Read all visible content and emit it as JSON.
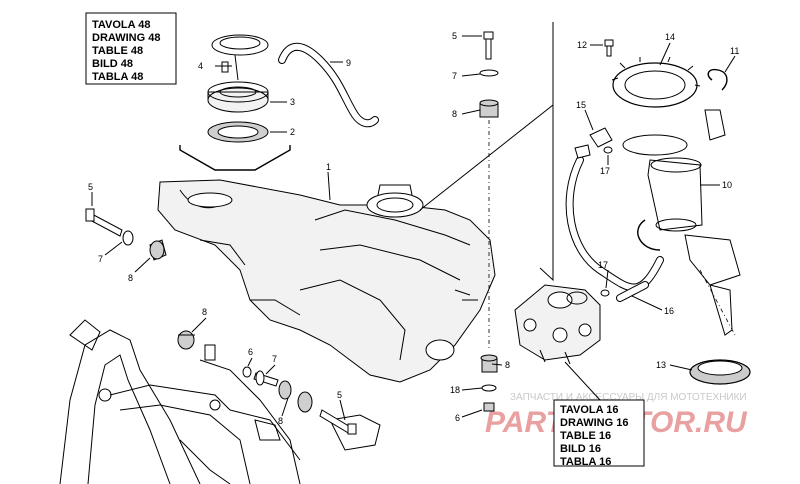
{
  "reference_boxes": [
    {
      "lines": [
        "TAVOLA 48",
        "DRAWING 48",
        "TABLE 48",
        "BILD 48",
        "TABLA 48"
      ]
    },
    {
      "lines": [
        "TAVOLA 16",
        "DRAWING 16",
        "TABLE 16",
        "BILD 16",
        "TABLA 16"
      ]
    }
  ],
  "part_numbers": {
    "p1": "1",
    "p2": "2",
    "p3": "3",
    "p4": "4",
    "p5a": "5",
    "p5b": "5",
    "p5c": "5",
    "p6a": "6",
    "p6b": "6",
    "p7a": "7",
    "p7b": "7",
    "p7c": "7",
    "p8a": "8",
    "p8b": "8",
    "p8c": "8",
    "p8d": "8",
    "p9": "9",
    "p10": "10",
    "p11": "11",
    "p12": "12",
    "p13": "13",
    "p14": "14",
    "p15": "15",
    "p16": "16",
    "p17a": "17",
    "p17b": "17",
    "p18": "18"
  },
  "watermark": {
    "tagline": "ЗАПЧАСТИ И АКСЕССУАРЫ ДЛЯ МОТОТЕХНИКИ",
    "brand": "PARTSMOTOR.RU"
  }
}
